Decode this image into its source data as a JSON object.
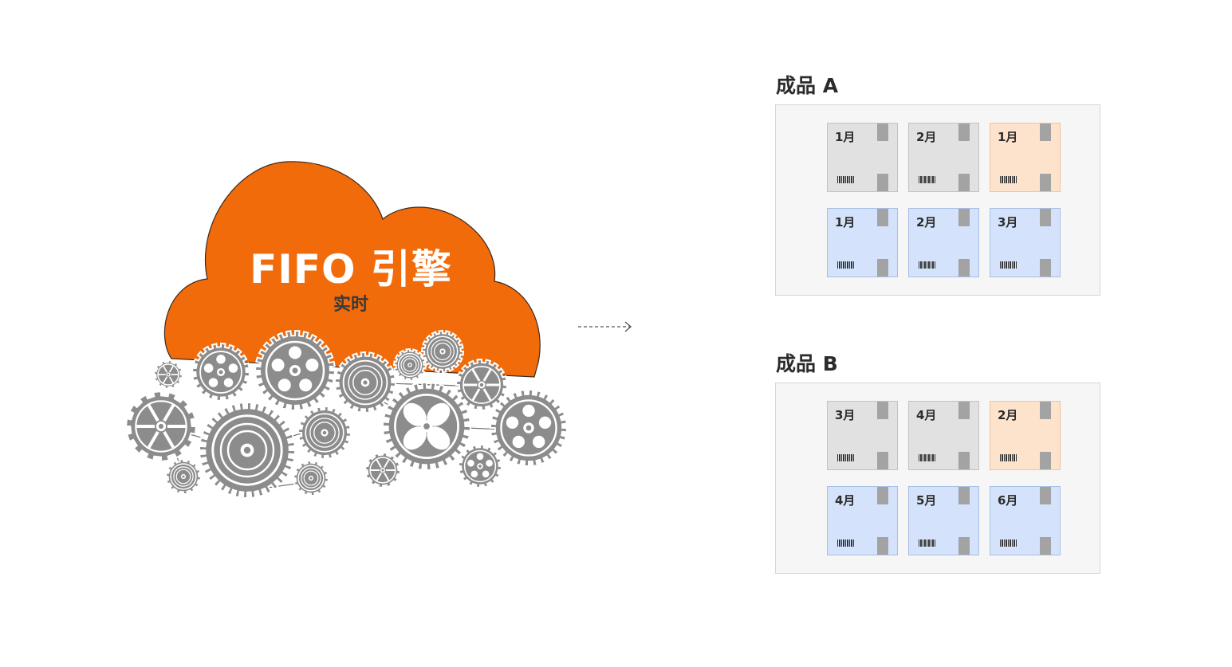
{
  "engine": {
    "title": "FIFO 引擎",
    "subtitle": "实时",
    "cloud_color": "#f26b0a",
    "gear_color": "#8c8c8c"
  },
  "groups": [
    {
      "title": "成品 A",
      "pallets": [
        {
          "month": "1月",
          "color": "gray"
        },
        {
          "month": "2月",
          "color": "gray"
        },
        {
          "month": "1月",
          "color": "orange"
        },
        {
          "month": "1月",
          "color": "blue"
        },
        {
          "month": "2月",
          "color": "blue"
        },
        {
          "month": "3月",
          "color": "blue"
        }
      ]
    },
    {
      "title": "成品 B",
      "pallets": [
        {
          "month": "3月",
          "color": "gray"
        },
        {
          "month": "4月",
          "color": "gray"
        },
        {
          "month": "2月",
          "color": "orange"
        },
        {
          "month": "4月",
          "color": "blue"
        },
        {
          "month": "5月",
          "color": "blue"
        },
        {
          "month": "6月",
          "color": "blue"
        }
      ]
    }
  ]
}
